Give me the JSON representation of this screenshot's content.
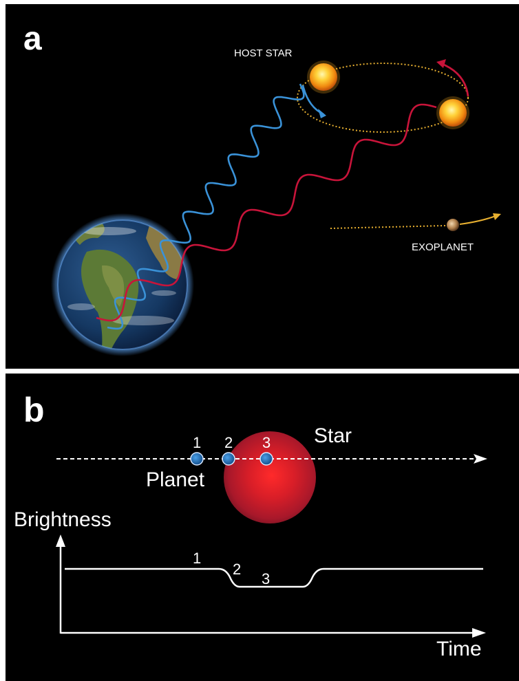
{
  "panel_a": {
    "letter": "a",
    "host_star_label": "HOST STAR",
    "exoplanet_label": "EXOPLANET"
  },
  "panel_b": {
    "letter": "b",
    "star_label": "Star",
    "planet_label": "Planet",
    "positions": [
      "1",
      "2",
      "3"
    ],
    "curve_markers": [
      "1",
      "2",
      "3"
    ],
    "y_axis_label": "Brightness",
    "x_axis_label": "Time"
  },
  "colors": {
    "background": "#000000",
    "blueshift_wave": "#3a92d8",
    "redshift_wave": "#c8143a",
    "orbit_dots": "#e8b030",
    "star_red": "#e51e2a",
    "planet_blue": "#1f6fb8"
  }
}
